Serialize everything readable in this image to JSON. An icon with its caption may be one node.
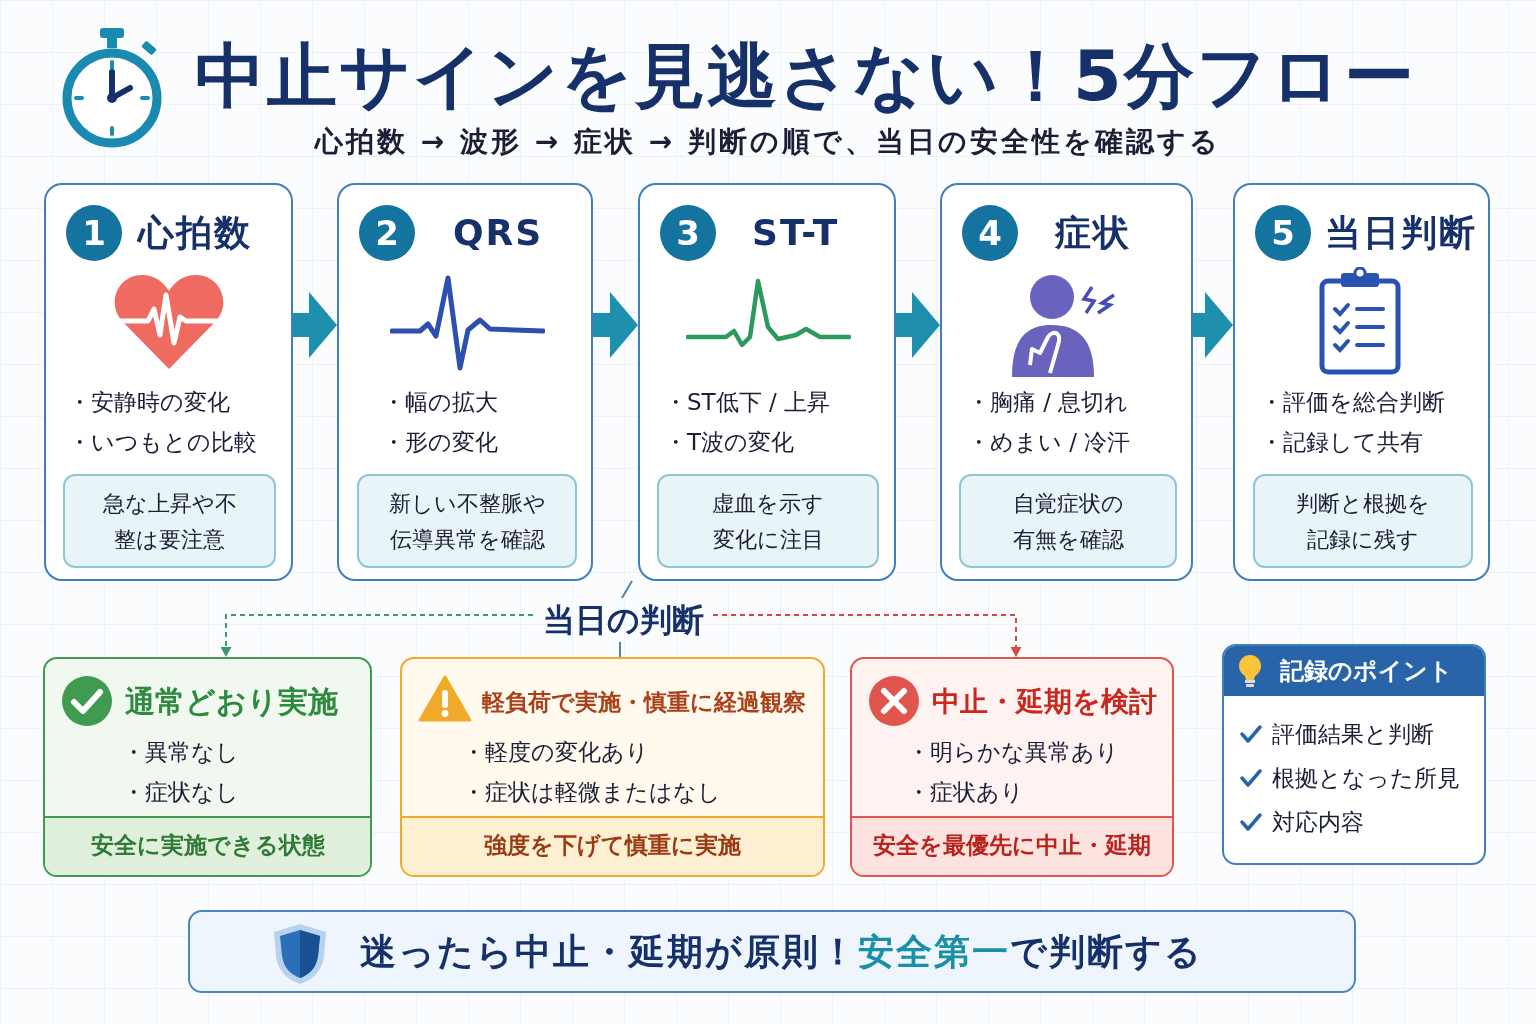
{
  "diagram": {
    "title": "中止サインを見逃さない！5分フロー",
    "nodes": [
      {
        "text": [
          "1",
          "心拍数",
          "・安静時の変化",
          "・いつもとの比較"
        ]
      },
      {
        "text": [
          "急な上昇や不整は要注意"
        ],
        "in": 0
      },
      {
        "text": [
          "2",
          "QRS",
          "・幅の拡大",
          "・形の変化"
        ]
      },
      {
        "text": [
          "新しい不整脈や伝導異常を確認"
        ],
        "in": 2
      },
      {
        "text": [
          "3",
          "ST-T",
          "・ST低下 / 上昇",
          "・T波の変化"
        ]
      },
      {
        "text": [
          "虚血を示す変化に注目"
        ],
        "in": 4
      },
      {
        "text": [
          "4",
          "症状",
          "・胸痛 / 息切れ",
          "・めまい / 冷汗"
        ]
      },
      {
        "text": [
          "自覚症状の有無を確認"
        ],
        "in": 6
      },
      {
        "text": [
          "5",
          "当日判断",
          "・評価を総合判断",
          "・記録して共有"
        ]
      },
      {
        "text": [
          "判断と根拠を記録に残す"
        ],
        "in": 8
      },
      {
        "text": [
          "当日の判断"
        ]
      },
      {
        "text": [
          "通常どおり実施",
          "・異常なし",
          "・症状なし",
          "安全に実施できる状態"
        ]
      },
      {
        "text": [
          "軽負荷で実施・慎重に経過観察",
          "・軽度の変化あり",
          "・症状は軽微またはなし",
          "強度を下げて慎重に実施"
        ]
      },
      {
        "text": [
          "中止・延期を検討",
          "・明らかな異常あり",
          "・症状あり",
          "安全を最優先に中止・延期"
        ]
      },
      {
        "text": [
          "記録のポイント",
          "評価結果と判断",
          "根拠となった所見",
          "対応内容"
        ]
      },
      {
        "text": [
          "迷ったら中止・延期が原則！**安全第一**で判断する"
        ]
      }
    ],
    "edges": [
      {
        "from": 0,
        "to": 2,
        "arrow": "to",
        "style": "thick"
      },
      {
        "from": 2,
        "to": 4,
        "arrow": "to",
        "style": "thick"
      },
      {
        "from": 4,
        "to": 6,
        "arrow": "to",
        "style": "thick"
      },
      {
        "from": 6,
        "to": 8,
        "arrow": "to",
        "style": "thick"
      },
      {
        "from": 4,
        "to": 10,
        "arrow": "none",
        "color": "#4a86b0"
      },
      {
        "from": 10,
        "to": 12,
        "arrow": "none",
        "color": "#4a86b0"
      },
      {
        "from": 10,
        "to": 11,
        "arrow": "to",
        "style": "dashed",
        "color": "#3a9a6a"
      },
      {
        "from": 10,
        "to": 13,
        "arrow": "to",
        "style": "dashed",
        "color": "#d9453f"
      }
    ],
    "labels": [
      "心拍数 → 波形 → 症状 → 判断の順で、当日の安全性を確認する"
    ]
  }
}
